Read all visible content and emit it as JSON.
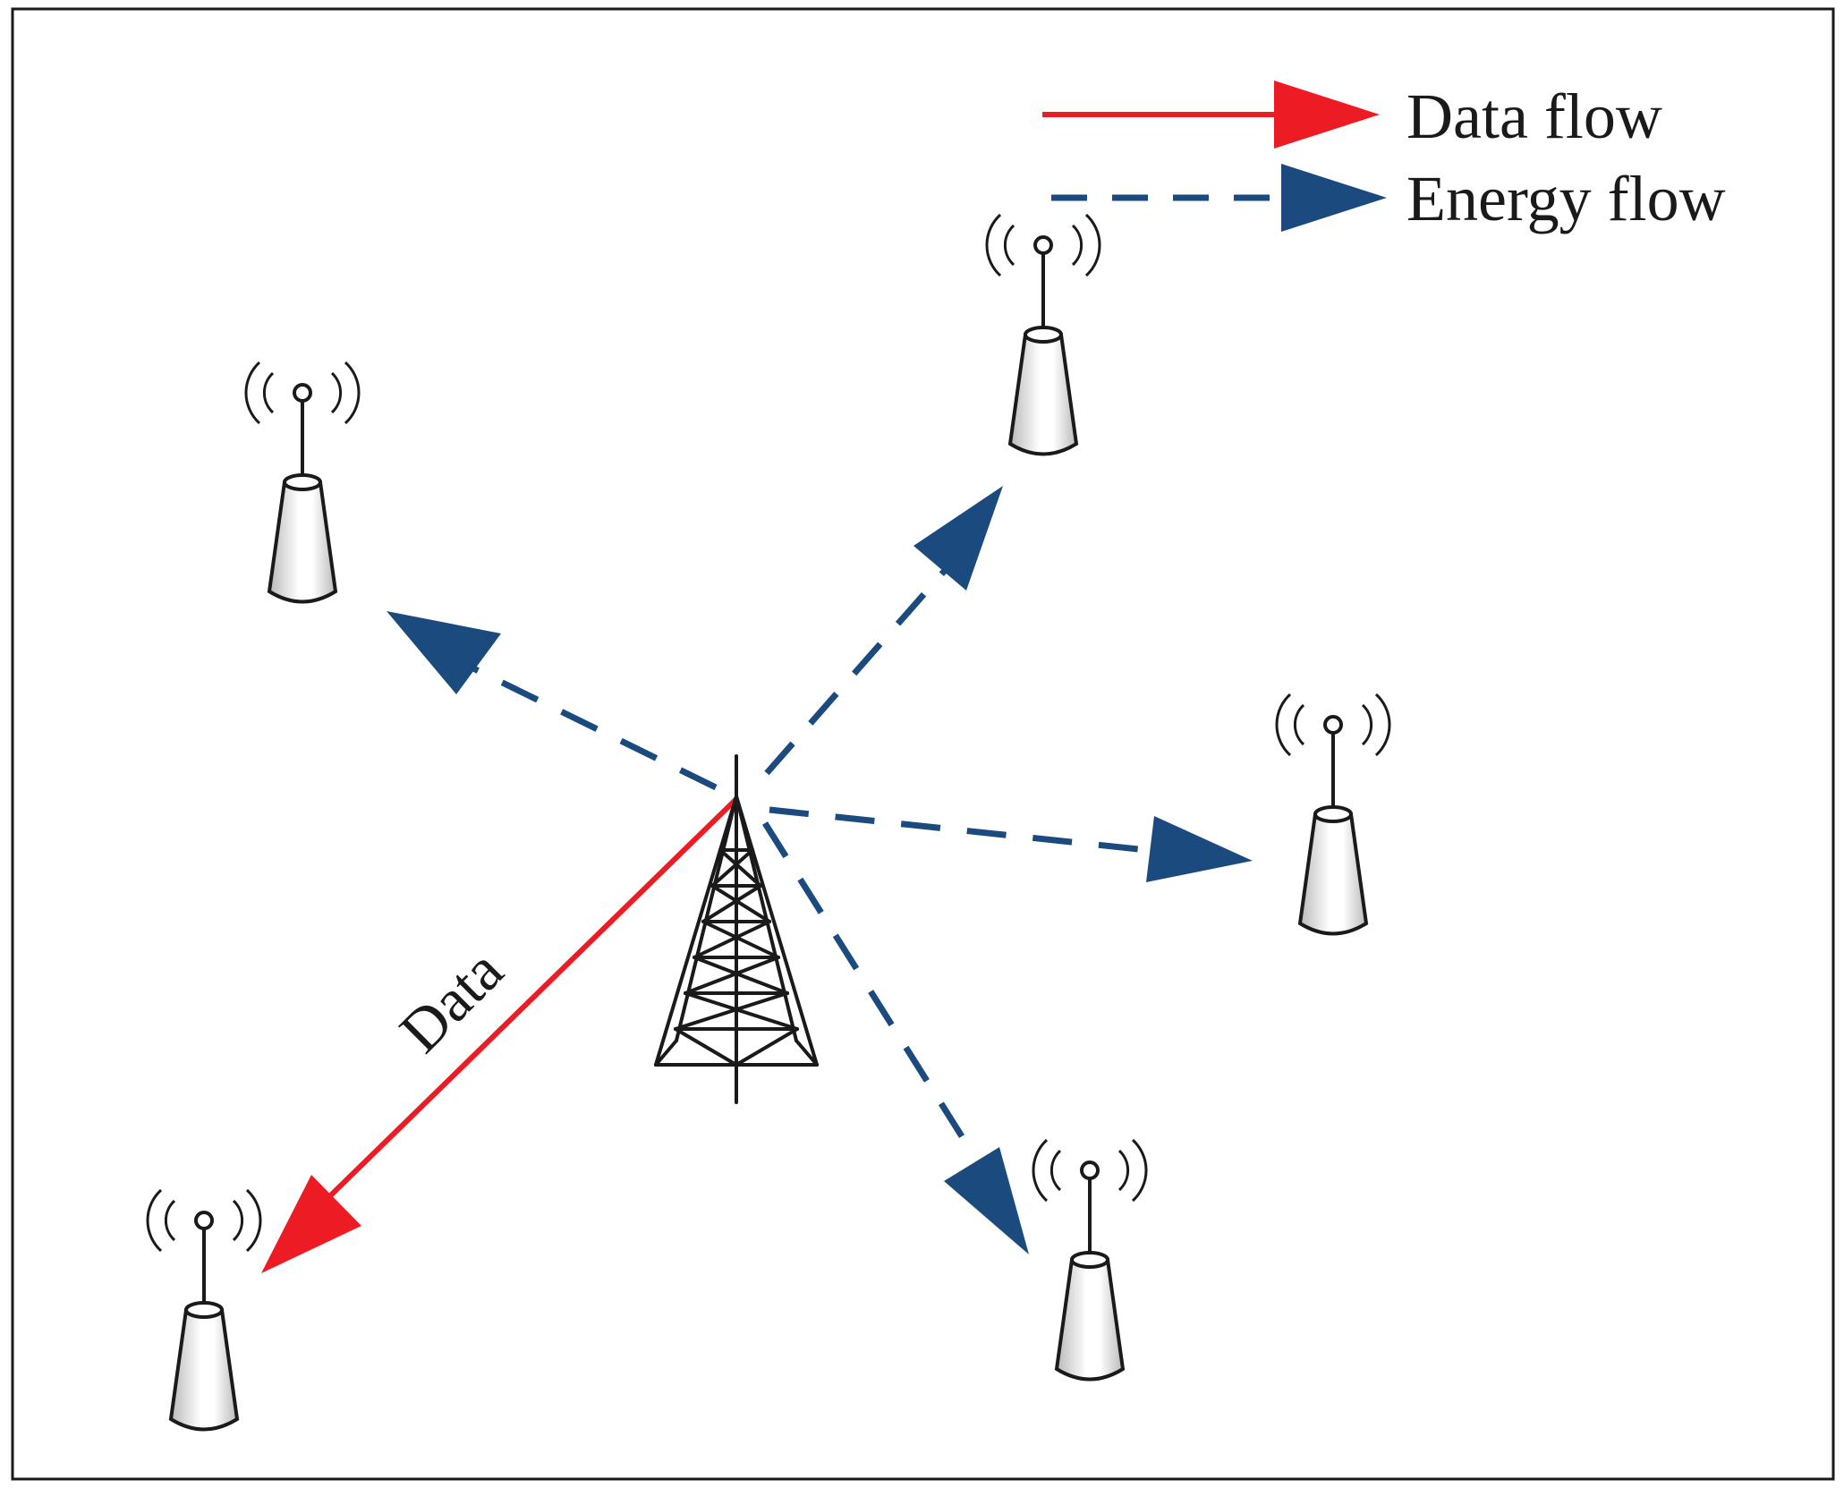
{
  "legend": {
    "data_flow_label": "Data flow",
    "energy_flow_label": "Energy flow"
  },
  "edge_labels": {
    "data": "Data"
  },
  "colors": {
    "data_flow": "#ed1c24",
    "energy_flow": "#1b4a7e",
    "stroke": "#1a1a1a",
    "node_fill_light": "#ffffff",
    "node_fill_dark": "#b9b9b9"
  },
  "nodes": [
    {
      "id": "base-station",
      "kind": "lattice-tower"
    },
    {
      "id": "node-top-left",
      "kind": "sensor-node"
    },
    {
      "id": "node-top-right",
      "kind": "sensor-node"
    },
    {
      "id": "node-right",
      "kind": "sensor-node"
    },
    {
      "id": "node-bottom-right",
      "kind": "sensor-node"
    },
    {
      "id": "node-bottom-left",
      "kind": "sensor-node"
    }
  ],
  "edges": [
    {
      "from": "base-station",
      "to": "node-bottom-left",
      "type": "data",
      "label_key": "data"
    },
    {
      "from": "base-station",
      "to": "node-top-left",
      "type": "energy"
    },
    {
      "from": "base-station",
      "to": "node-top-right",
      "type": "energy"
    },
    {
      "from": "base-station",
      "to": "node-right",
      "type": "energy"
    },
    {
      "from": "base-station",
      "to": "node-bottom-right",
      "type": "energy"
    }
  ]
}
